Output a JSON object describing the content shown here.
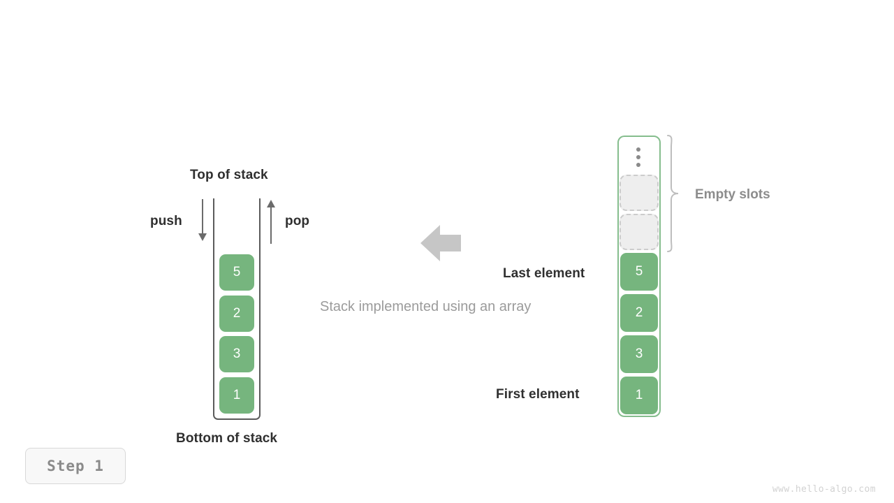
{
  "diagram": {
    "caption": "Stack implemented using an array",
    "step_badge": "Step 1",
    "watermark": "www.hello-algo.com",
    "colors": {
      "element_fill": "#76b57e",
      "element_text": "#ffffff",
      "array_border": "#85bd8d",
      "empty_slot_fill": "#eeeeee",
      "empty_slot_border": "#cccccc",
      "stack_wall": "#5b5b5b",
      "arrow_gray": "#6b6b6b",
      "big_arrow": "#c6c6c6",
      "label_dark": "#2f2f2f",
      "label_gray": "#8c8c8c",
      "caption_gray": "#9b9b9b",
      "watermark_gray": "#d2d2d2"
    }
  },
  "stack": {
    "top_label": "Top of stack",
    "bottom_label": "Bottom of stack",
    "push_label": "push",
    "pop_label": "pop",
    "push_icon": "arrow-down-icon",
    "pop_icon": "arrow-up-icon",
    "elements": [
      "5",
      "2",
      "3",
      "1"
    ]
  },
  "array": {
    "empty_slots_label": "Empty slots",
    "last_element_label": "Last element",
    "first_element_label": "First element",
    "overflow_icon": "vertical-dots-icon",
    "brace_icon": "curly-brace-icon",
    "empty_slot_count": 2,
    "elements": [
      "5",
      "2",
      "3",
      "1"
    ]
  },
  "transform_arrow": {
    "icon": "arrow-left-icon",
    "direction": "left"
  }
}
